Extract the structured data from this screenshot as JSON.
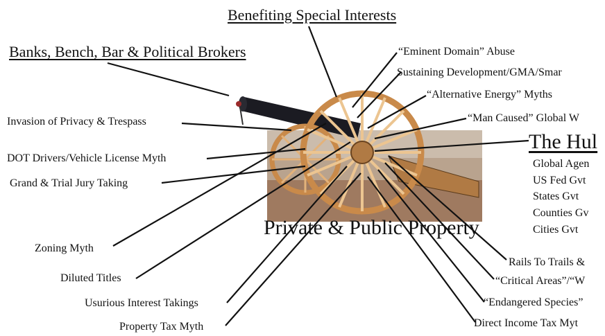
{
  "headings": {
    "top": "Benefiting Special Interests",
    "left": "Banks, Bench, Bar & Political Brokers"
  },
  "left_labels": [
    "Invasion of Privacy & Trespass",
    "DOT Drivers/Vehicle License Myth",
    "Grand & Trial Jury Taking",
    "Zoning Myth",
    "Diluted Titles",
    "Usurious Interest Takings",
    "Property Tax Myth"
  ],
  "right_labels": [
    "“Eminent Domain” Abuse",
    "Sustaining Development/GMA/Smar",
    "“Alternative Energy” Myths",
    "“Man Caused” Global W",
    "Rails To Trails &",
    "“Critical Areas”/“W",
    "“Endangered Species”",
    "Direct Income Tax Myt"
  ],
  "hub": {
    "title": "The Hul",
    "items": [
      "Global Agen",
      "US Fed Gvt",
      "States Gvt",
      "Counties Gv",
      "Cities Gvt"
    ]
  },
  "center_label": "Private & Public Property",
  "colors": {
    "line": "#111111",
    "wheel_wood": "#c98a4a",
    "barrel": "#1b1b22",
    "ground": "#8a5a3a"
  }
}
